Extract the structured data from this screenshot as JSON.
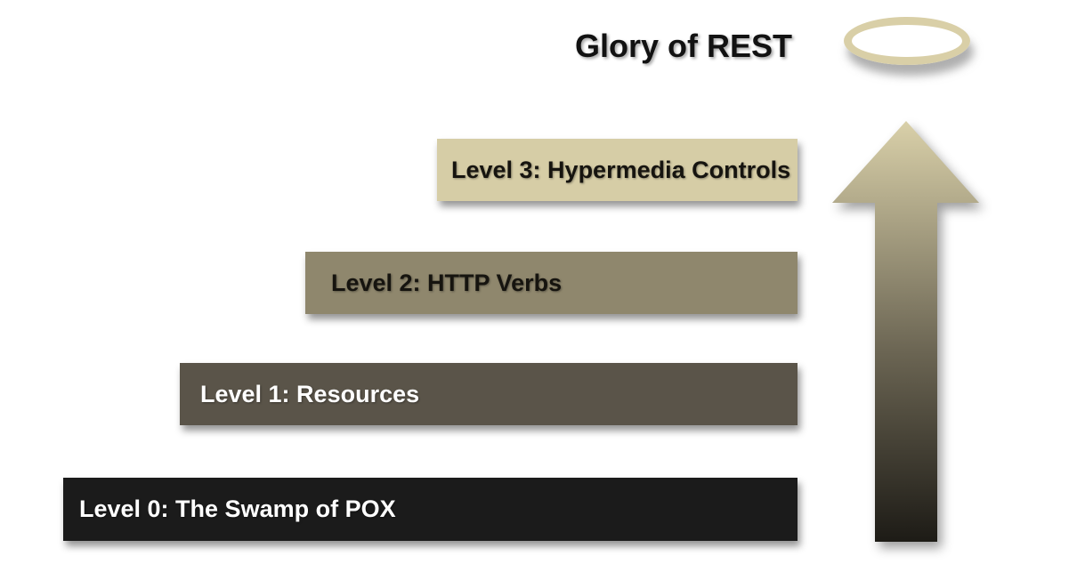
{
  "diagram": {
    "title": "Glory of REST",
    "type": "maturity-model-ladder"
  },
  "levels": [
    {
      "label": "Level 0: The Swamp of POX",
      "bg": "#1b1b1b",
      "text": "#ffffff"
    },
    {
      "label": "Level 1: Resources",
      "bg": "#5a5449",
      "text": "#ffffff"
    },
    {
      "label": "Level 2: HTTP Verbs",
      "bg": "#8f876d",
      "text": "#16140f"
    },
    {
      "label": "Level 3: Hypermedia Controls",
      "bg": "#d6cda6",
      "text": "#16140f"
    }
  ],
  "halo": {
    "color": "#d9cfa7"
  },
  "arrow": {
    "direction": "up",
    "top_color": "#d9d0a9",
    "mid_color": "#6b6553",
    "bottom_color": "#1d1b16"
  },
  "colors": {
    "background": "#ffffff",
    "title_text": "#121212"
  }
}
